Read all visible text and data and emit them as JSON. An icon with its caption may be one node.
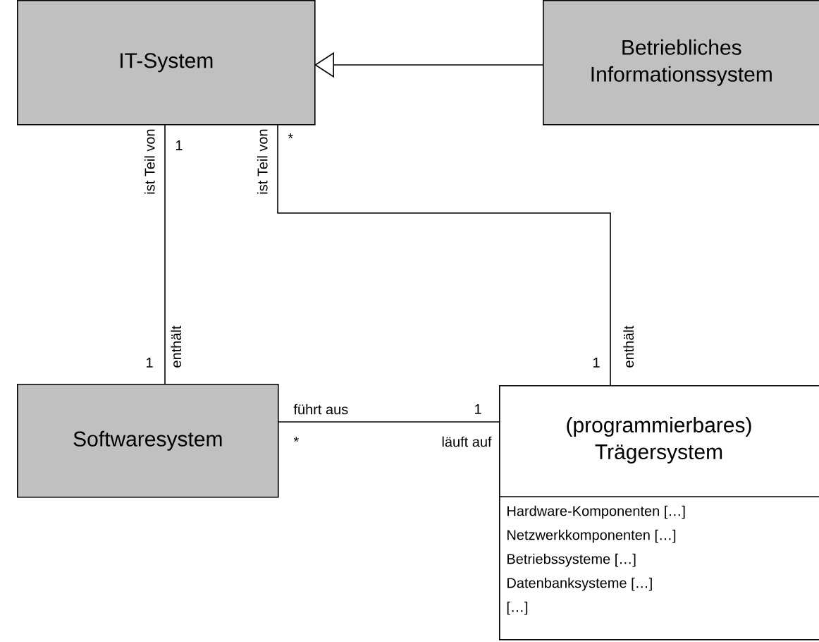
{
  "diagram": {
    "nodes": [
      {
        "text": [
          "IT-System"
        ]
      },
      {
        "text": [
          "Betriebliches Informationssystem"
        ]
      },
      {
        "text": [
          "Softwaresystem"
        ]
      },
      {
        "text": [
          "(programmierbares) Trägersystem",
          "Hardware-Komponenten […]",
          "Netzwerkkomponenten […]",
          "Betriebssysteme […]",
          "Datenbanksysteme […]",
          "[…]"
        ]
      }
    ],
    "edges": [
      {
        "from": 1,
        "to": 0,
        "arrow": "to"
      },
      {
        "from": 0,
        "to": 2,
        "arrow": "none"
      },
      {
        "from": 0,
        "to": 3,
        "arrow": "none"
      },
      {
        "from": 2,
        "to": 3,
        "arrow": "none"
      }
    ],
    "labels": [
      "1",
      "*",
      "ist Teil von",
      "ist Teil von",
      "enthält",
      "enthält",
      "1",
      "1",
      "führt aus",
      "1",
      "*",
      "läuft auf"
    ]
  }
}
